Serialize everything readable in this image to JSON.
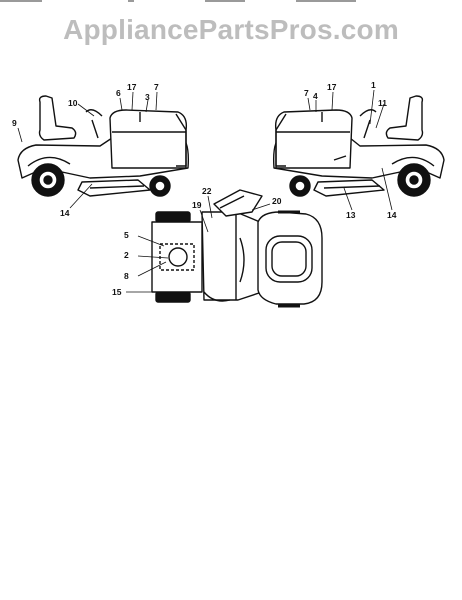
{
  "watermark": "AppliancePartsPros.com",
  "callouts": {
    "left_view": [
      "9",
      "10",
      "6",
      "17",
      "3",
      "7",
      "14"
    ],
    "right_view": [
      "7",
      "4",
      "17",
      "1",
      "11",
      "13",
      "14"
    ],
    "top_view": [
      "22",
      "20",
      "19",
      "5",
      "2",
      "8",
      "15"
    ]
  },
  "colors": {
    "ink": "#111111",
    "watermark": "#bdbdbd",
    "background": "#ffffff"
  }
}
